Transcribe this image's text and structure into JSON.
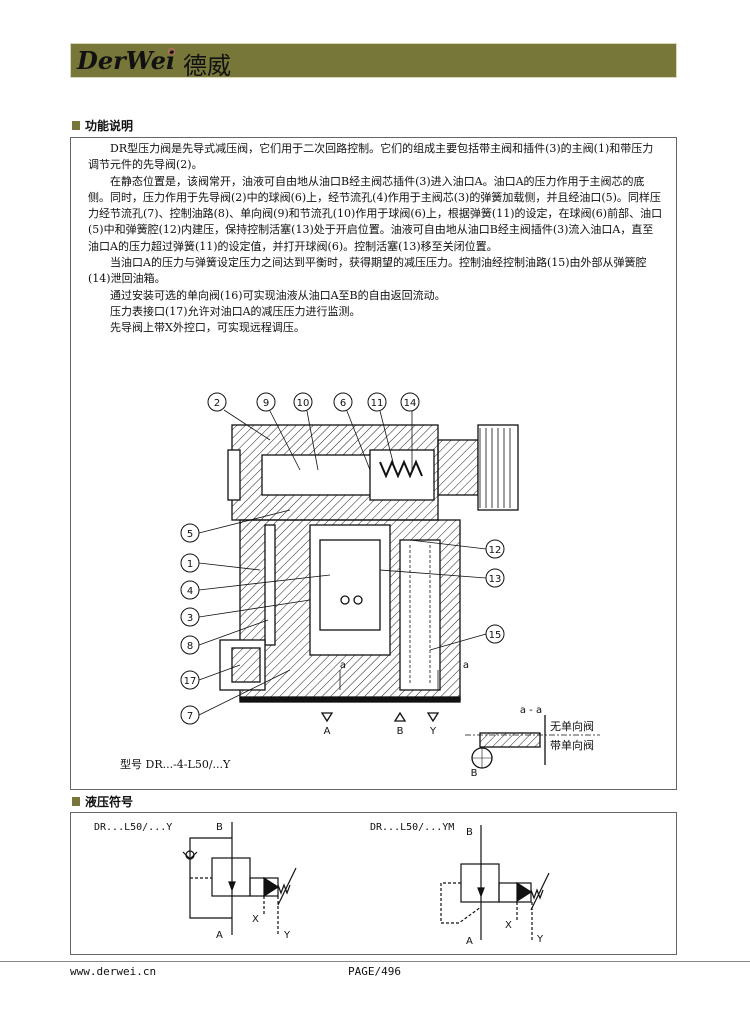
{
  "header": {
    "logo_latin": "DerWei",
    "logo_cn": "德威"
  },
  "section1": {
    "title": "功能说明",
    "paragraphs": [
      "DR型压力阀是先导式减压阀，它们用于二次回路控制。它们的组成主要包括带主阀和插件(3)的主阀(1)和带压力调节元件的先导阀(2)。",
      "在静态位置是，该阀常开，油液可自由地从油口B经主阀芯插件(3)进入油口A。油口A的压力作用于主阀芯的底侧。同时，压力作用于先导阀(2)中的球阀(6)上，经节流孔(4)作用于主阀芯(3)的弹簧加载侧，并且经油口(5)。同样压力经节流孔(7)、控制油路(8)、单向阀(9)和节流孔(10)作用于球阀(6)上，根据弹簧(11)的设定，在球阀(6)前部、油口(5)中和弹簧腔(12)内建压，保持控制活塞(13)处于开启位置。油液可自由地从油口B经主阀插件(3)流入油口A，直至油口A的压力超过弹簧(11)的设定值，并打开球阀(6)。控制活塞(13)移至关闭位置。",
      "当油口A的压力与弹簧设定压力之间达到平衡时，获得期望的减压压力。控制油经控制油路(15)由外部从弹簧腔(14)泄回油箱。",
      "通过安装可选的单向阀(16)可实现油液从油口A至B的自由返回流动。",
      "压力表接口(17)允许对油口A的减压压力进行监测。",
      "先导阀上带X外控口，可实现远程调压。"
    ],
    "callouts": [
      "2",
      "9",
      "10",
      "6",
      "11",
      "14",
      "5",
      "1",
      "4",
      "3",
      "8",
      "17",
      "7",
      "12",
      "13",
      "15"
    ],
    "ports": {
      "a": "A",
      "b": "B",
      "y": "Y",
      "section_a": "a"
    },
    "section_view": {
      "title": "a - a",
      "without_check": "无单向阀",
      "with_check": "带单向阀",
      "port": "B"
    },
    "model": "型号 DR...-4-L50/...Y"
  },
  "section2": {
    "title": "液压符号",
    "symbols": [
      {
        "label": "DR...L50/...Y",
        "b": "B",
        "a": "A",
        "x": "X",
        "y": "Y"
      },
      {
        "label": "DR...L50/...YM",
        "b": "B",
        "a": "A",
        "x": "X",
        "y": "Y"
      }
    ]
  },
  "footer": {
    "website": "www.derwei.cn",
    "page": "PAGE/496"
  }
}
